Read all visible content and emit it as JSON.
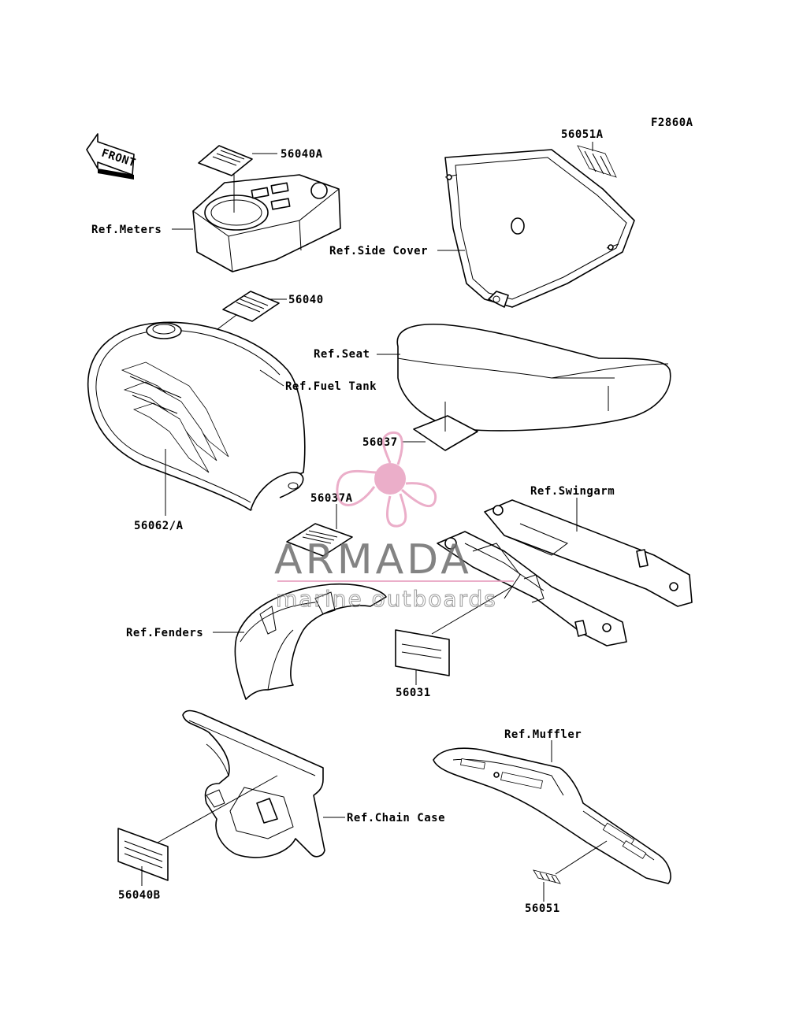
{
  "figure_code": "F2860A",
  "front_arrow": "FRONT",
  "labels": {
    "p56040A": "56040A",
    "ref_meters": "Ref.Meters",
    "p56040": "56040",
    "ref_fuel_tank": "Ref.Fuel Tank",
    "p56062A": "56062/A",
    "p56051A": "56051A",
    "ref_side_cover": "Ref.Side Cover",
    "ref_seat": "Ref.Seat",
    "p56037": "56037",
    "p56037A": "56037A",
    "ref_swingarm": "Ref.Swingarm",
    "ref_fenders": "Ref.Fenders",
    "p56031": "56031",
    "ref_muffler": "Ref.Muffler",
    "ref_chain_case": "Ref.Chain Case",
    "p56040B": "56040B",
    "p56051": "56051"
  },
  "watermark": {
    "brand": "ARMADA",
    "tagline": "marine outboards",
    "logo_icon": "propeller-icon",
    "logo_color": "#e8a0c0",
    "text_color": "#6e6e6e"
  }
}
